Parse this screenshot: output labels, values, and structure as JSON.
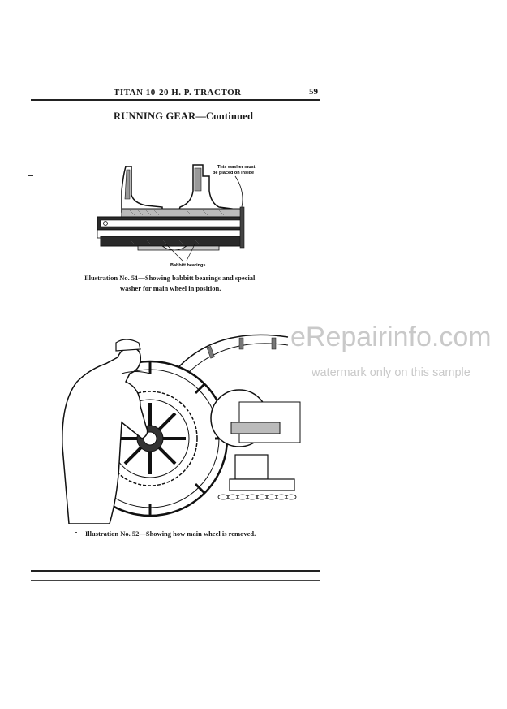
{
  "header": {
    "title": "TITAN 10-20 H. P. TRACTOR",
    "page_number": "59"
  },
  "section_title": "RUNNING GEAR—Continued",
  "illustration_51": {
    "annotation_line1": "This washer must",
    "annotation_line2": "be placed on inside",
    "label_bearings": "Babbitt bearings",
    "caption_line1": "Illustration No. 51—Showing babbitt bearings and special",
    "caption_line2": "washer for main wheel in position."
  },
  "illustration_52": {
    "caption": "Illustration No. 52—Showing how main wheel is removed."
  },
  "watermark": {
    "main": "eRepairinfo.com",
    "sub": "watermark only on this sample"
  }
}
